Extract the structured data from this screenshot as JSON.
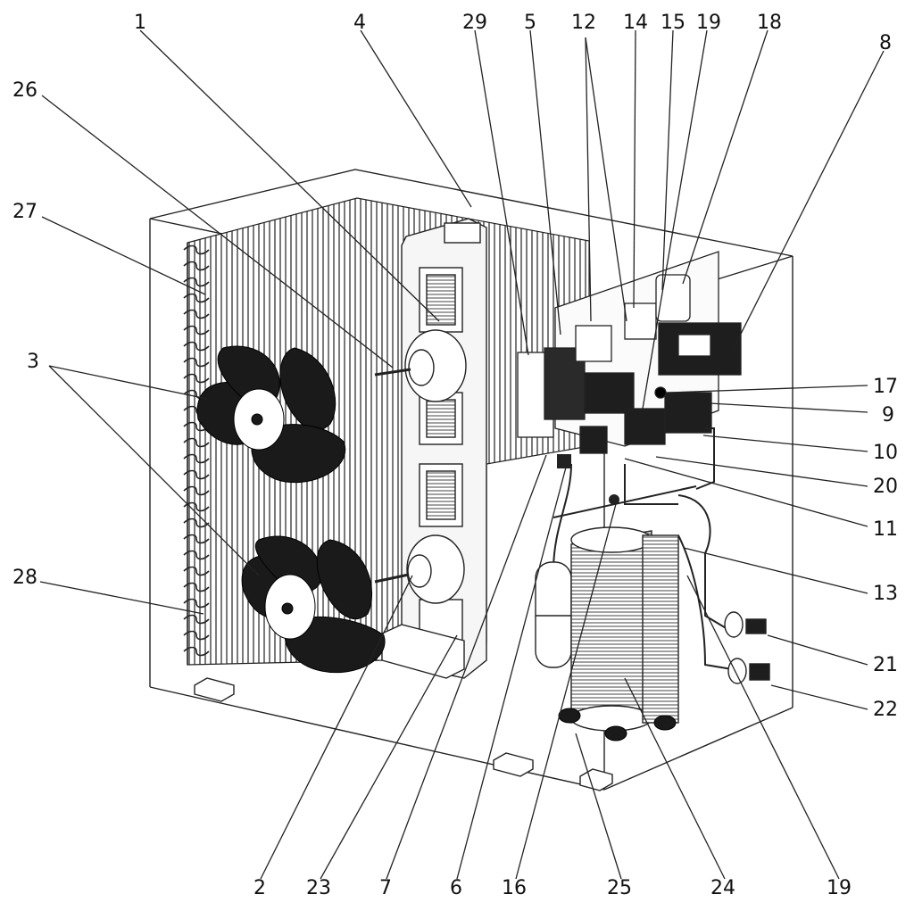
{
  "callouts": {
    "c1": "1",
    "c2": "2",
    "c3": "3",
    "c4": "4",
    "c5": "5",
    "c6": "6",
    "c7": "7",
    "c8": "8",
    "c9": "9",
    "c10": "10",
    "c11": "11",
    "c12": "12",
    "c13": "13",
    "c14": "14",
    "c15": "15",
    "c16": "16",
    "c17": "17",
    "c18": "18",
    "c19_top": "19",
    "c19_bottom": "19",
    "c20": "20",
    "c21": "21",
    "c22": "22",
    "c23": "23",
    "c24": "24",
    "c25": "25",
    "c26": "26",
    "c27": "27",
    "c28": "28",
    "c29": "29"
  },
  "colors": {
    "ink": "#111111",
    "blade": "#1a1a1a",
    "paper": "#ffffff"
  }
}
